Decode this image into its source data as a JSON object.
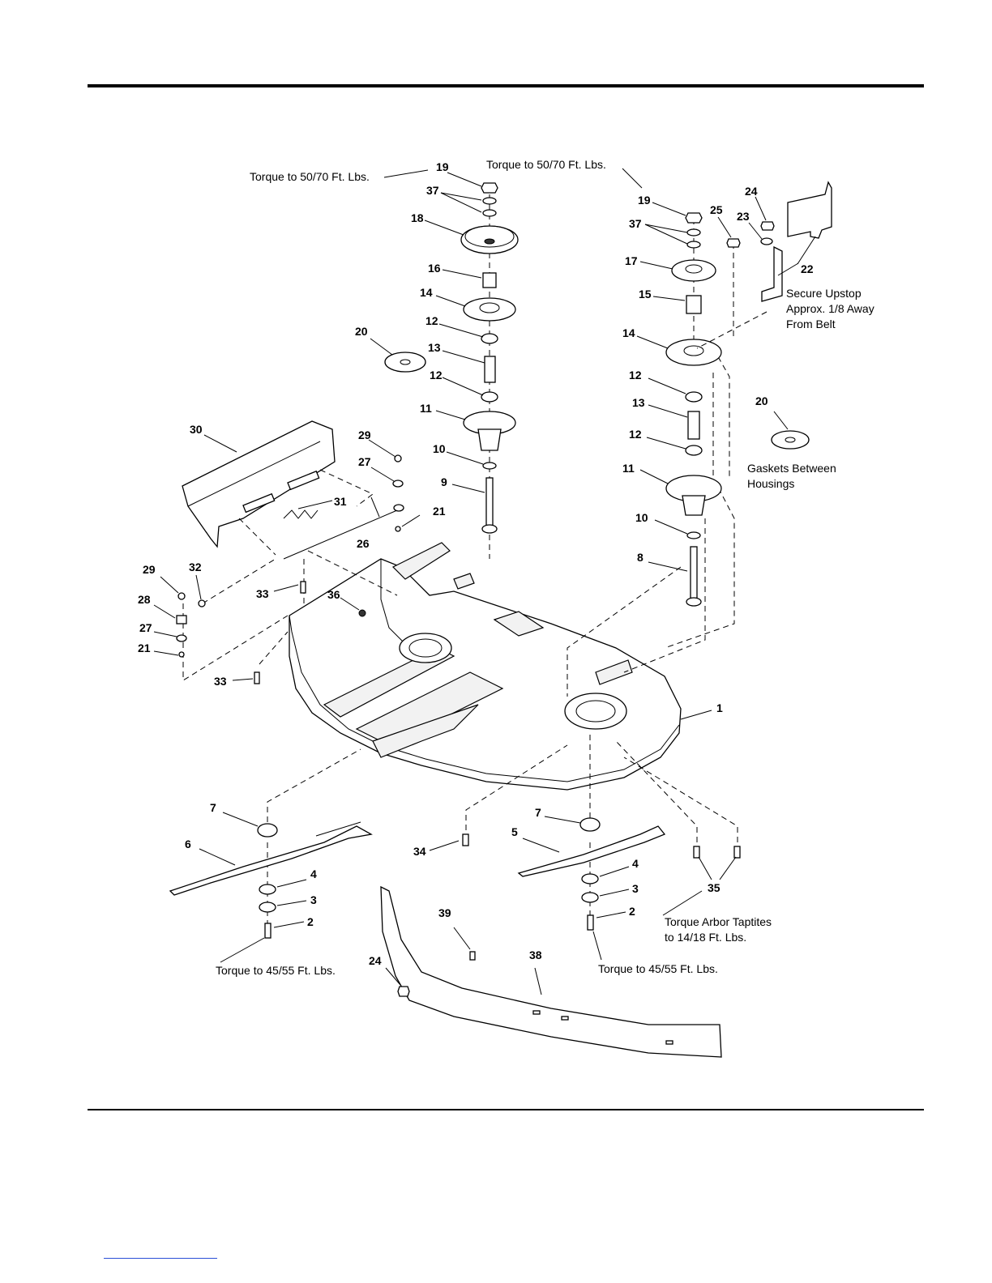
{
  "callouts": {
    "c19a": "19",
    "c37a": "37",
    "c18": "18",
    "c16": "16",
    "c14a": "14",
    "c12a": "12",
    "c13a": "13",
    "c12b": "12",
    "c20a": "20",
    "c11a": "11",
    "c10a": "10",
    "c9": "9",
    "c30": "30",
    "c29a": "29",
    "c27a": "27",
    "c31": "31",
    "c21a": "21",
    "c26": "26",
    "c19b": "19",
    "c37b": "37",
    "c25": "25",
    "c24a": "24",
    "c23": "23",
    "c22": "22",
    "c17": "17",
    "c15": "15",
    "c14b": "14",
    "c12c": "12",
    "c13b": "13",
    "c12d": "12",
    "c20b": "20",
    "c11b": "11",
    "c10b": "10",
    "c8": "8",
    "c29b": "29",
    "c32": "32",
    "c28": "28",
    "c27b": "27",
    "c21b": "21",
    "c33a": "33",
    "c36": "36",
    "c33b": "33",
    "c1": "1",
    "c7a": "7",
    "c6": "6",
    "c4a": "4",
    "c3a": "3",
    "c2a": "2",
    "c7b": "7",
    "c5": "5",
    "c34": "34",
    "c4b": "4",
    "c3b": "3",
    "c2b": "2",
    "c35": "35",
    "c39": "39",
    "c24b": "24",
    "c38": "38"
  },
  "notes": {
    "torque_left_pulley": "Torque to 50/70 Ft. Lbs.",
    "torque_right_pulley": "Torque to 50/70 Ft. Lbs.",
    "upstop_line1": "Secure Upstop",
    "upstop_line2": "Approx. 1/8 Away",
    "upstop_line3": "From Belt",
    "gasket_line1": "Gaskets Between",
    "gasket_line2": "Housings",
    "torque_left_blade": "Torque to 45/55 Ft. Lbs.",
    "torque_right_blade": "Torque to 45/55 Ft. Lbs.",
    "taptites_line1": "Torque Arbor Taptites",
    "taptites_line2": "to 14/18 Ft. Lbs."
  }
}
